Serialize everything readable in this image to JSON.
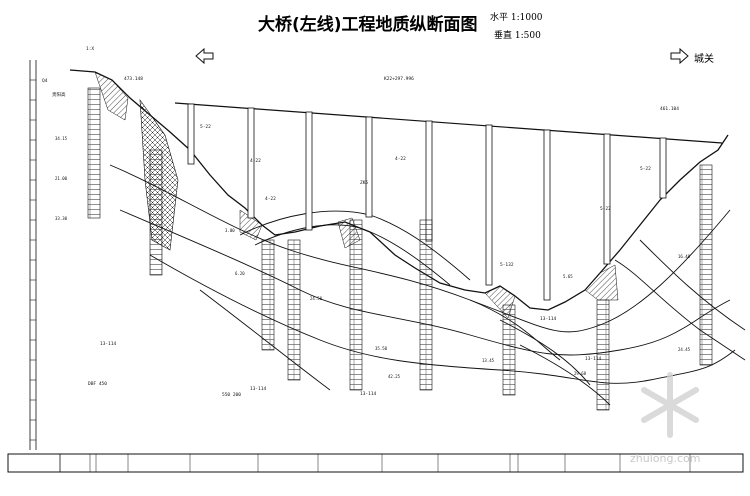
{
  "title": "大桥(左线)工程地质纵断面图",
  "scale": {
    "horizontal": "水平 1:1000",
    "vertical": "垂直 1:500"
  },
  "directions": {
    "left": "",
    "right": "城关"
  },
  "left_abutment_label": "贵阳高",
  "watermark": "zhulong.com",
  "colors": {
    "line": "#111111",
    "hatch": "#222222",
    "background": "#ffffff",
    "watermark": "#cfcfcf"
  },
  "icons": {
    "left_arrow": "arrow-left-icon",
    "right_arrow": "arrow-right-icon",
    "watermark": "snowflake-logo-icon"
  }
}
